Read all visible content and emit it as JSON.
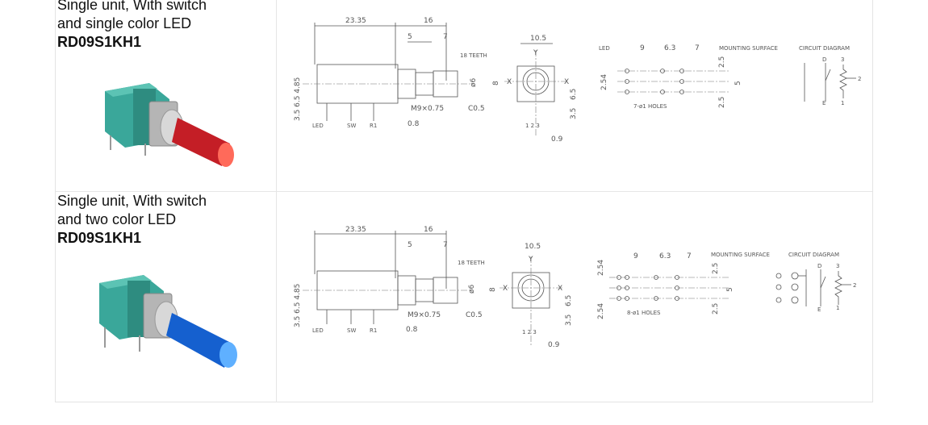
{
  "rows": [
    {
      "line1": "Single unit, With switch",
      "line2": "and single color LED",
      "part": "RD09S1KH1",
      "knob_color": "#e8292f",
      "dims": {
        "total": "23.35",
        "shaft": "16",
        "d5": "5",
        "d7": "7",
        "teeth": "18 TEETH",
        "vert": "3.5 6.5 4.85",
        "led": "LED",
        "sw": "SW",
        "r1": "R1",
        "thread": "M9×0.75",
        "c05": "C0.5",
        "d08": "0.8",
        "phi6": "ø6",
        "w105": "10.5",
        "h8": "8",
        "d65": "6.5",
        "d35": "3.5",
        "d09": "0.9",
        "x": "X",
        "y": "Y",
        "pins": "1 2 3",
        "led_lbl": "LED",
        "d9": "9",
        "d63": "6.3",
        "d7b": "7",
        "mount": "MOUNTING SURFACE",
        "d254": "2.54",
        "d25": "2.5",
        "d5b": "5",
        "d25b": "2.5",
        "holes": "7-ø1 HOLES",
        "circuit": "CIRCUIT DIAGRAM",
        "p3": "3",
        "p2": "2",
        "p1": "1",
        "pd": "D",
        "pe": "E"
      }
    },
    {
      "line1": "Single unit, With switch",
      "line2": "and two color LED",
      "part": "RD09S1KH1",
      "knob_color": "#1e73e6",
      "dims": {
        "total": "23.35",
        "shaft": "16",
        "d5": "5",
        "d7": "7",
        "teeth": "18 TEETH",
        "vert": "3.5 6.5 4.85",
        "led": "LED",
        "sw": "SW",
        "r1": "R1",
        "thread": "M9×0.75",
        "c05": "C0.5",
        "d08": "0.8",
        "phi6": "ø6",
        "w105": "10.5",
        "h8": "8",
        "d65": "6.5",
        "d35": "3.5",
        "d09": "0.9",
        "x": "X",
        "y": "Y",
        "pins": "1 2 3",
        "led_lbl": "",
        "d9": "9",
        "d63": "6.3",
        "d7b": "7",
        "mount": "MOUNTING SURFACE",
        "d254": "2.54",
        "d25": "2.5",
        "d5b": "5",
        "d25b": "2.5",
        "holes": "8-ø1 HOLES",
        "circuit": "CIRCUIT DIAGRAM",
        "p3": "3",
        "p2": "2",
        "p1": "1",
        "pd": "D",
        "pe": "E"
      }
    }
  ]
}
